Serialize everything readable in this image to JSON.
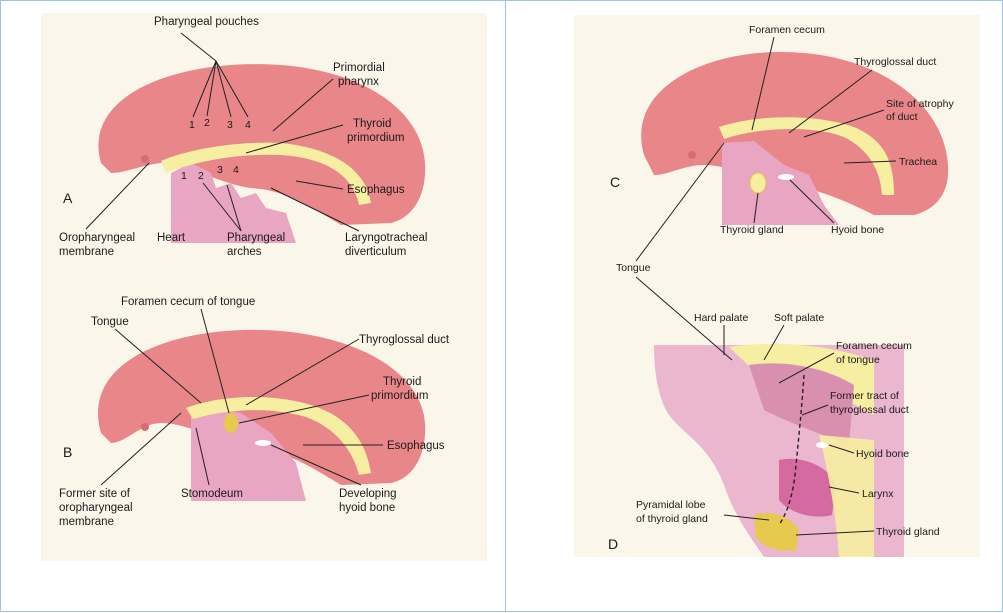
{
  "colors": {
    "page_bg": "#ffffff",
    "cell_border": "#9dc3e6",
    "plate_bg": "#fbf6ea",
    "brain_tissue": "#e9868a",
    "body_tissue": "#e8a6c2",
    "endoderm": "#f6eea0",
    "thyroid": "#e7c94e"
  },
  "panel_a": {
    "letter": "A",
    "pharyngeal_pouches": "Pharyngeal pouches",
    "primordial_pharynx_1": "Primordial",
    "primordial_pharynx_2": "pharynx",
    "pouch_numbers": [
      "1",
      "2",
      "3",
      "4"
    ],
    "arch_numbers": [
      "1",
      "2",
      "3",
      "4"
    ],
    "thyroid_primordium_1": "Thyroid",
    "thyroid_primordium_2": "primordium",
    "esophagus": "Esophagus",
    "oropharyngeal_1": "Oropharyngeal",
    "oropharyngeal_2": "membrane",
    "heart": "Heart",
    "pharyngeal_arches_1": "Pharyngeal",
    "pharyngeal_arches_2": "arches",
    "laryngotracheal_1": "Laryngotracheal",
    "laryngotracheal_2": "diverticulum"
  },
  "panel_b": {
    "letter": "B",
    "foramen_cecum": "Foramen cecum of tongue",
    "tongue": "Tongue",
    "thyroglossal_duct": "Thyroglossal duct",
    "thyroid_primordium_1": "Thyroid",
    "thyroid_primordium_2": "primordium",
    "esophagus": "Esophagus",
    "former_site_1": "Former site of",
    "former_site_2": "oropharyngeal",
    "former_site_3": "membrane",
    "stomodeum": "Stomodeum",
    "hyoid_1": "Developing",
    "hyoid_2": "hyoid bone"
  },
  "panel_c": {
    "letter": "C",
    "foramen_cecum": "Foramen cecum",
    "thyroglossal_duct": "Thyroglossal duct",
    "site_atrophy_1": "Site of atrophy",
    "site_atrophy_2": "of duct",
    "trachea": "Trachea",
    "thyroid_gland": "Thyroid gland",
    "hyoid_bone": "Hyoid bone",
    "tongue": "Tongue"
  },
  "panel_d": {
    "letter": "D",
    "hard_palate": "Hard palate",
    "soft_palate": "Soft palate",
    "foramen_cecum_1": "Foramen cecum",
    "foramen_cecum_2": "of tongue",
    "former_tract_1": "Former tract of",
    "former_tract_2": "thyroglossal duct",
    "hyoid_bone": "Hyoid bone",
    "larynx": "Larynx",
    "pyramidal_1": "Pyramidal lobe",
    "pyramidal_2": "of thyroid gland",
    "thyroid_gland": "Thyroid gland"
  }
}
